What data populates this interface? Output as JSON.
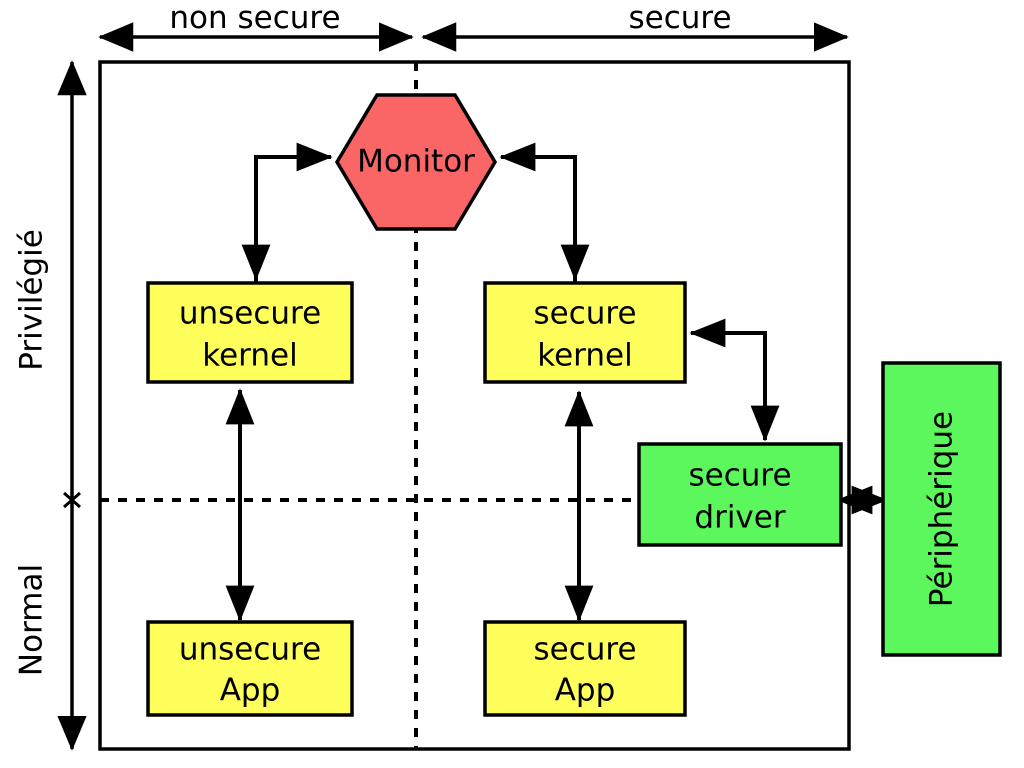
{
  "diagram": {
    "title_top_left": "non secure",
    "title_top_right": "secure",
    "axis_left_top": "Privilégié",
    "axis_left_bottom": "Normal",
    "colors": {
      "monitor_fill": "#FA6666",
      "kernel_fill": "#FFFF5C",
      "app_fill": "#FFFF5C",
      "driver_fill": "#5CF75C",
      "peripheral_fill": "#5CF75C",
      "stroke": "#000000",
      "background": "#FFFFFF"
    },
    "nodes": {
      "monitor": {
        "label": "Monitor",
        "shape": "hexagon",
        "fill": "#FA6666"
      },
      "unsecure_kernel": {
        "line1": "unsecure",
        "line2": "kernel",
        "shape": "rect",
        "fill": "#FFFF5C"
      },
      "secure_kernel": {
        "line1": "secure",
        "line2": "kernel",
        "shape": "rect",
        "fill": "#FFFF5C"
      },
      "unsecure_app": {
        "line1": "unsecure",
        "line2": "App",
        "shape": "rect",
        "fill": "#FFFF5C"
      },
      "secure_app": {
        "line1": "secure",
        "line2": "App",
        "shape": "rect",
        "fill": "#FFFF5C"
      },
      "secure_driver": {
        "line1": "secure",
        "line2": "driver",
        "shape": "rect",
        "fill": "#5CF75C"
      },
      "peripheral": {
        "label": "Périphérique",
        "shape": "rect-vertical",
        "fill": "#5CF75C"
      }
    },
    "edges": [
      {
        "name": "unsecure-kernel-to-monitor",
        "from": "unsecure kernel",
        "to": "Monitor",
        "direction": "one-way"
      },
      {
        "name": "monitor-to-unsecure-kernel",
        "from": "Monitor",
        "to": "unsecure kernel",
        "direction": "one-way"
      },
      {
        "name": "secure-kernel-to-monitor",
        "from": "secure kernel",
        "to": "Monitor",
        "direction": "one-way"
      },
      {
        "name": "monitor-to-secure-kernel",
        "from": "Monitor",
        "to": "secure kernel",
        "direction": "one-way"
      },
      {
        "name": "unsecure-app-kernel",
        "from": "unsecure App",
        "to": "unsecure kernel",
        "direction": "two-way"
      },
      {
        "name": "secure-app-kernel",
        "from": "secure App",
        "to": "secure kernel",
        "direction": "two-way"
      },
      {
        "name": "secure-driver-to-secure-kernel",
        "from": "secure driver",
        "to": "secure kernel",
        "direction": "two-way"
      },
      {
        "name": "secure-driver-to-peripheral",
        "from": "secure driver",
        "to": "Périphérique",
        "direction": "two-way"
      }
    ]
  }
}
